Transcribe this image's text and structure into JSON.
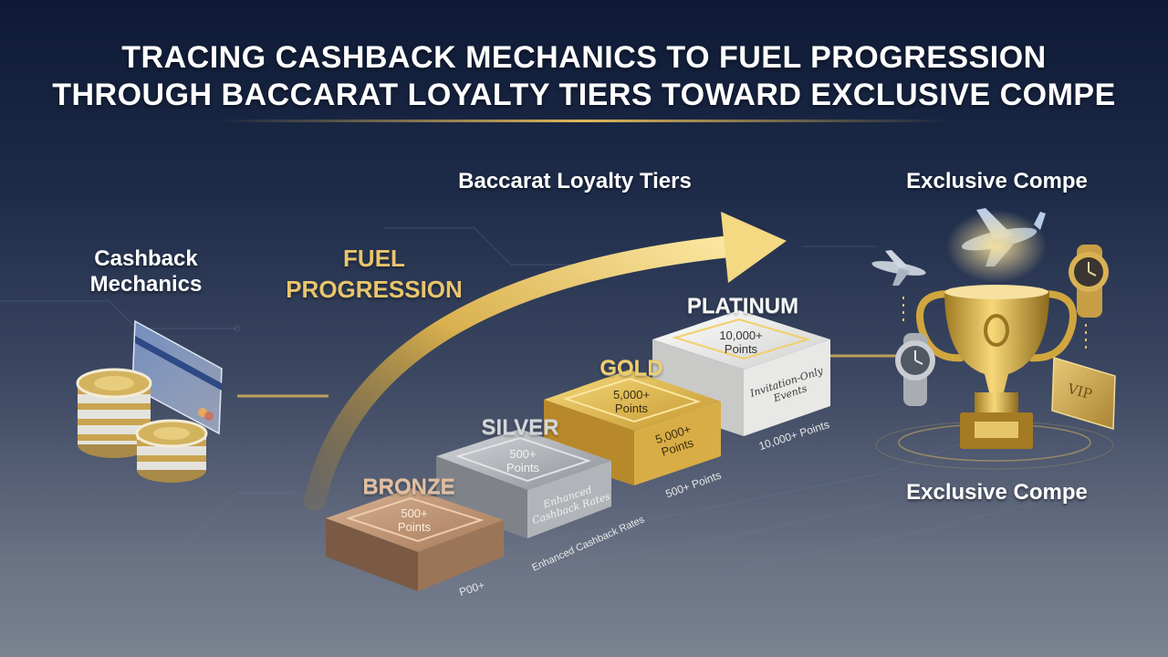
{
  "header": {
    "title_line1": "TRACING CASHBACK MECHANICS TO FUEL PROGRESSION",
    "title_line2": "THROUGH BACCARAT LOYALTY TIERS TOWARD EXCLUSIVE COMPE"
  },
  "left": {
    "heading": "Cashback\nMechanics"
  },
  "center": {
    "heading": "Baccarat Loyalty Tiers",
    "fuel_line1": "FUEL",
    "fuel_line2": "PROGRESSION"
  },
  "right": {
    "heading_top": "Exclusive Compe",
    "heading_bottom": "Exclusive Compe",
    "vip_card_label": "VIP"
  },
  "tiers": [
    {
      "name": "BRONZE",
      "value_line1": "500+",
      "value_line2": "Points"
    },
    {
      "name": "SILVER",
      "value_line1": "500+",
      "value_line2": "Points",
      "side_line1": "Enhanced",
      "side_line2": "Cashback Rates"
    },
    {
      "name": "GOLD",
      "value_line1": "5,000+",
      "value_line2": "Points",
      "side_line1": "5,000+",
      "side_line2": "Points"
    },
    {
      "name": "PLATINUM",
      "value_line1": "10,000+",
      "value_line2": "Points",
      "side_line1": "Invitation-Only",
      "side_line2": "Events"
    }
  ],
  "floor_labels": [
    "P00+",
    "Enhanced Cashback Rates",
    "500+ Points",
    "10,000+ Points"
  ],
  "colors": {
    "gold_accent": "#e9c56b",
    "bronze": "#b88a68",
    "silver": "#a9adb3",
    "gold": "#d9b24a",
    "platinum": "#e4e4e2"
  },
  "icons": [
    "poker-chip-icon",
    "credit-card-icon",
    "airplane-icon",
    "wristwatch-icon",
    "trophy-icon",
    "vip-card-icon"
  ]
}
